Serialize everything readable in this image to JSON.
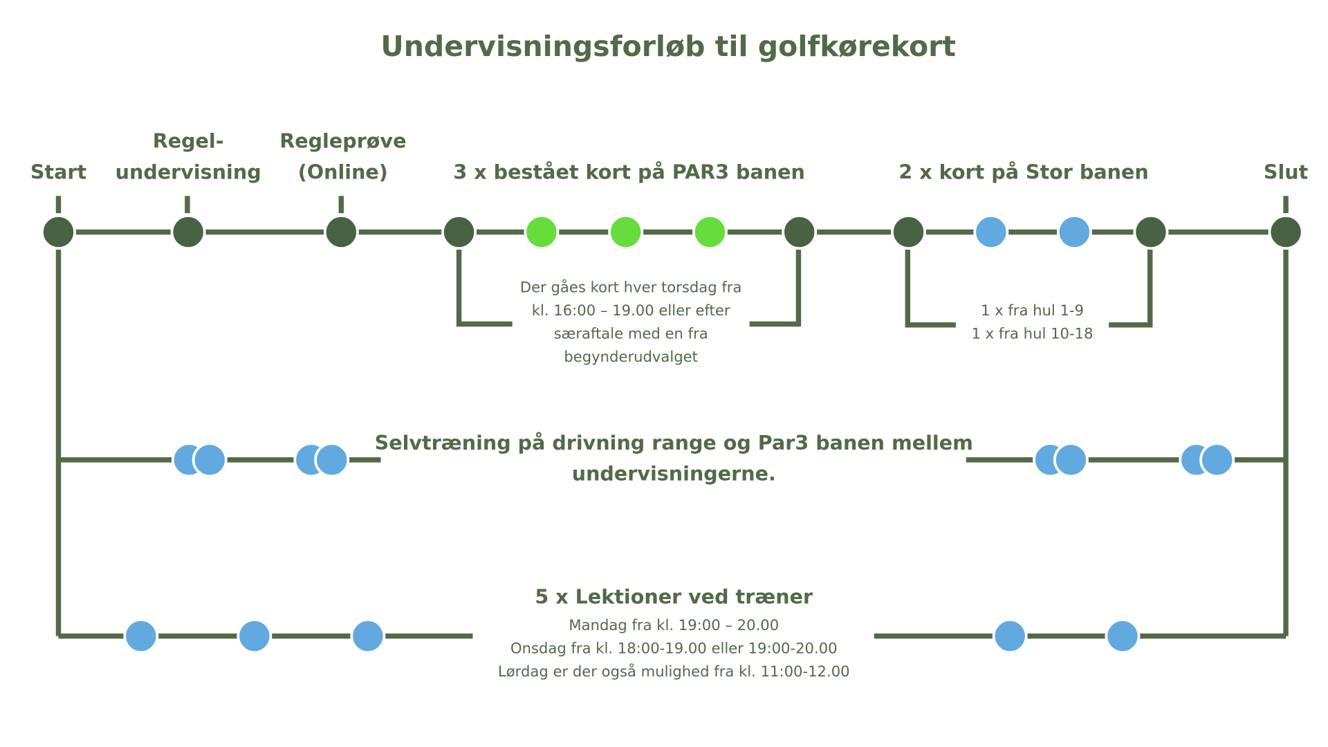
{
  "title": "Undervisningsforløb til golfkørekort",
  "stages": {
    "start": "Start",
    "regel_line1": "Regel-",
    "regel_line2": "undervisning",
    "regelprove_line1": "Regleprøve",
    "regelprove_line2": "(Online)",
    "par3": "3 x bestået kort på PAR3 banen",
    "stor": "2 x kort på Stor banen",
    "slut": "Slut"
  },
  "par3_note": {
    "line1": "Der gåes kort hver torsdag fra",
    "line2": "kl. 16:00 – 19.00 eller efter",
    "line3": "særaftale med en fra",
    "line4": "begynderudvalget"
  },
  "stor_note": {
    "line1": "1 x fra hul 1-9",
    "line2": "1 x fra hul 10-18"
  },
  "selftraining": {
    "line1": "Selvtræning på drivning range og Par3 banen mellem",
    "line2": "undervisningerne."
  },
  "lessons": {
    "heading": "5 x Lektioner ved træner",
    "line1": "Mandag fra kl. 19:00 – 20.00",
    "line2": "Onsdag fra kl. 18:00-19.00 eller 19:00-20.00",
    "line3": "Lørdag er der også mulighed fra kl. 11:00-12.00"
  },
  "colors": {
    "line": "#536a48",
    "milestone": "#4a6244",
    "par3_round": "#66dd3c",
    "blue_node": "#62a9df",
    "text": "#536a48"
  }
}
